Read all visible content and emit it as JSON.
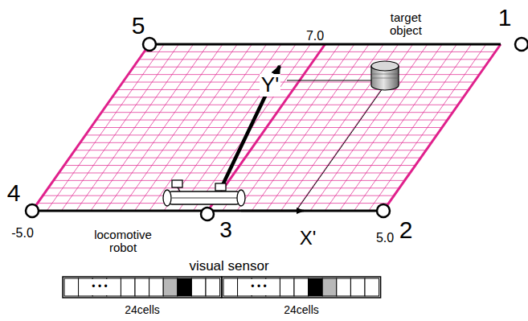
{
  "diagram": {
    "labels": [
      "5",
      "7.0",
      "target object",
      "1",
      "Y'",
      "4",
      "-5.0",
      "locomotive robot",
      "3",
      "X'",
      "5.0",
      "2",
      "visual sensor",
      "• • •",
      "• • •",
      "24cells",
      "24cells"
    ]
  }
}
